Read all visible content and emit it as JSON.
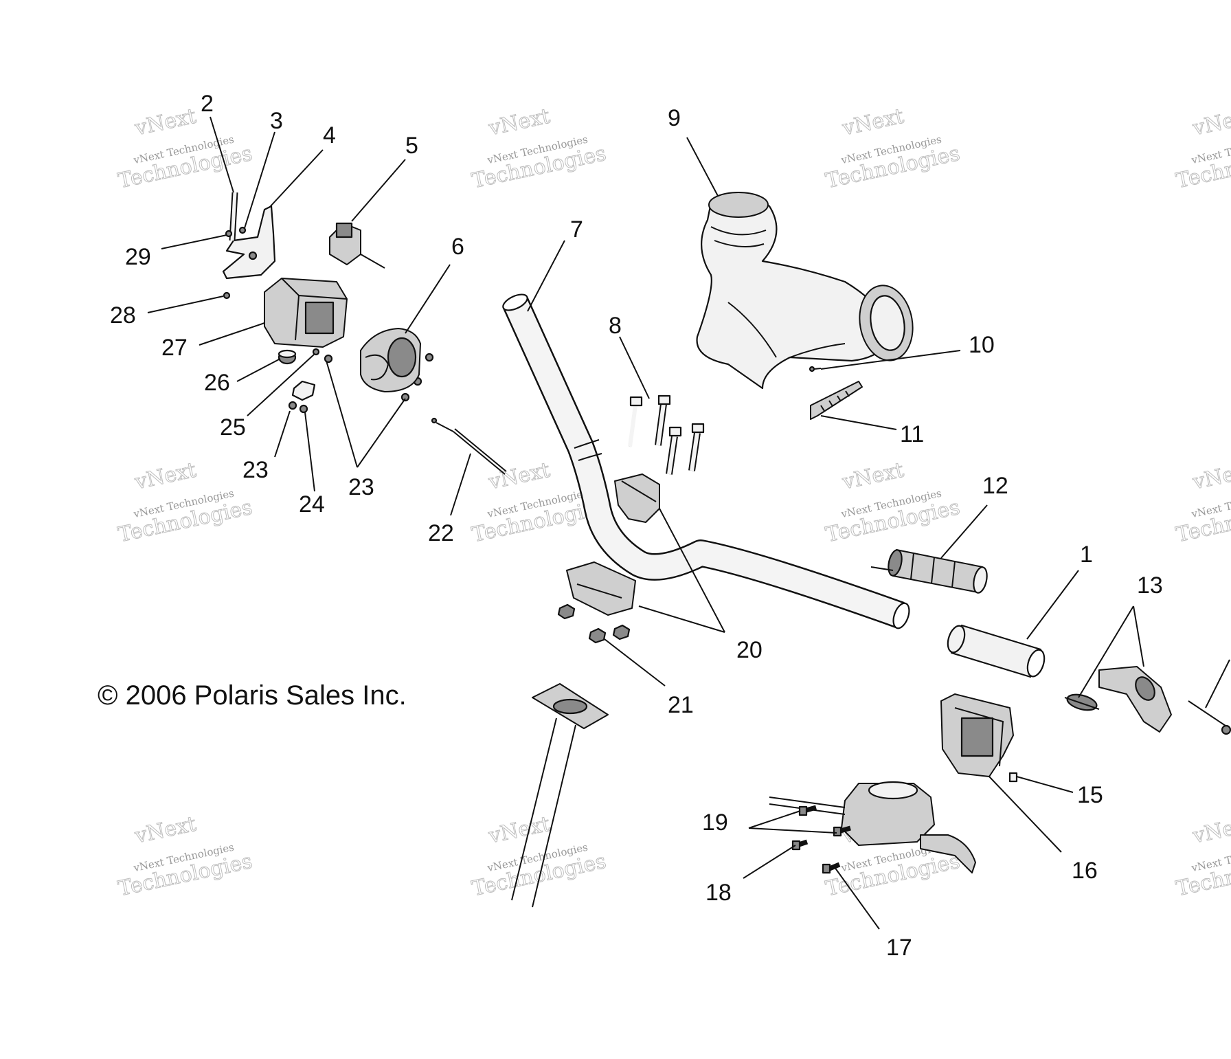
{
  "copyright": "© 2006 Polaris Sales Inc.",
  "watermark": {
    "line1": "vNext",
    "line2": "vNext Technologies",
    "line3": "Technologies"
  },
  "callouts": {
    "c1": "1",
    "c2": "2",
    "c3": "3",
    "c4": "4",
    "c5": "5",
    "c6": "6",
    "c7": "7",
    "c8": "8",
    "c9": "9",
    "c10": "10",
    "c11": "11",
    "c12": "12",
    "c13": "13",
    "c15": "15",
    "c16": "16",
    "c17": "17",
    "c18": "18",
    "c19": "19",
    "c20": "20",
    "c21": "21",
    "c22": "22",
    "c23a": "23",
    "c23b": "23",
    "c24": "24",
    "c25": "25",
    "c26": "26",
    "c27": "27",
    "c28": "28",
    "c29": "29"
  }
}
